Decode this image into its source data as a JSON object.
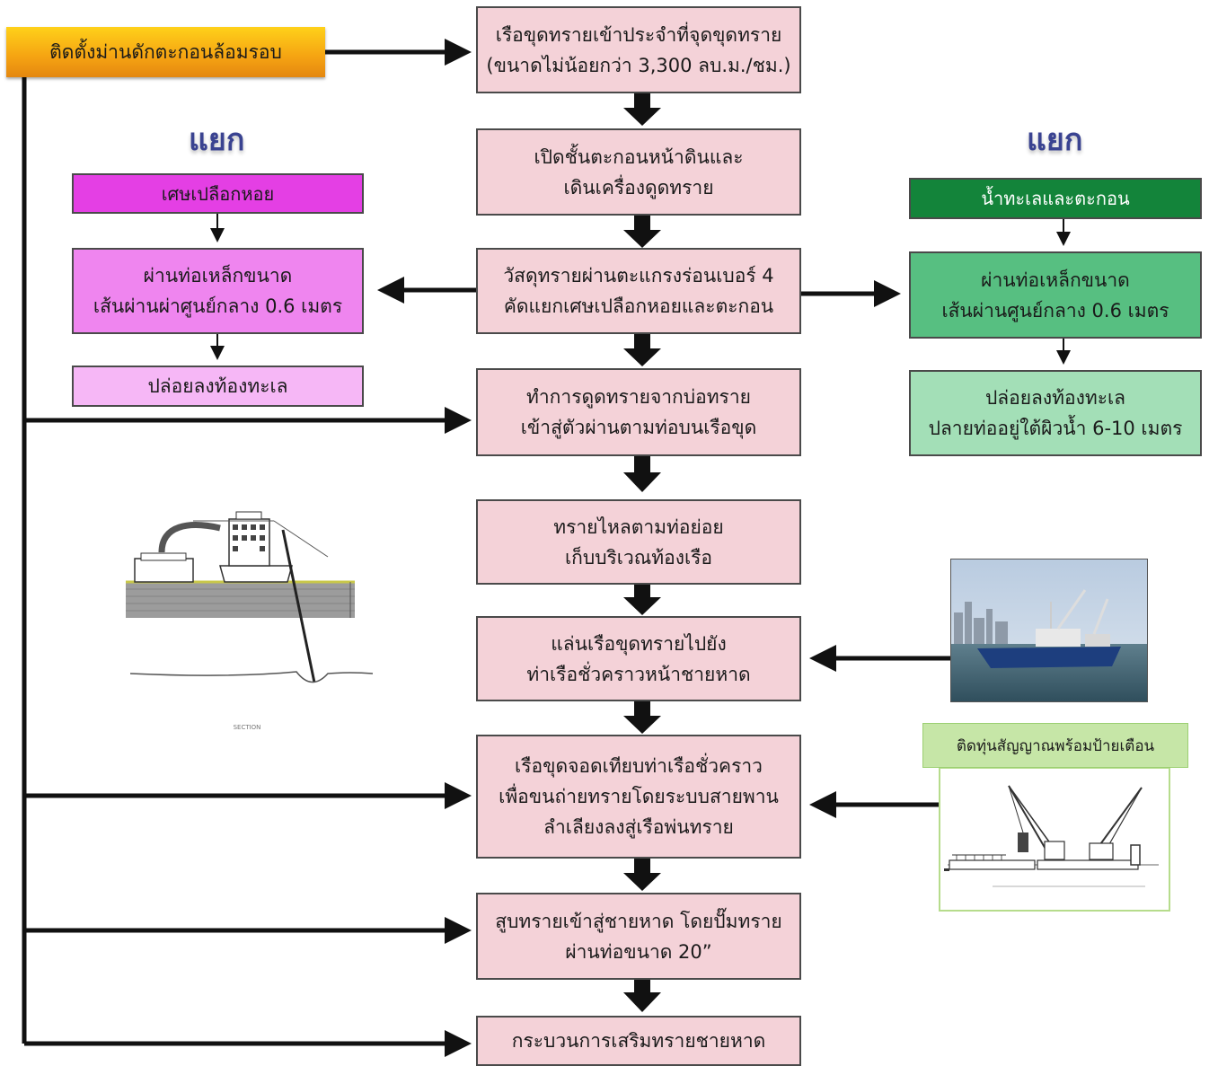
{
  "top_box": "ติดตั้งม่านดักตะกอนล้อมรอบ",
  "separate_left": "แยก",
  "separate_right": "แยก",
  "main_flow": [
    [
      "เรือขุดทรายเข้าประจำที่จุดขุดทราย",
      "(ขนาดไม่น้อยกว่า 3,300 ลบ.ม./ชม.)"
    ],
    [
      "เปิดชั้นตะกอนหน้าดินและ",
      "เดินเครื่องดูดทราย"
    ],
    [
      "วัสดุทรายผ่านตะแกรงร่อนเบอร์ 4",
      "คัดแยกเศษเปลือกหอยและตะกอน"
    ],
    [
      "ทำการดูดทรายจากบ่อทราย",
      "เข้าสู่ตัวผ่านตามท่อบนเรือขุด"
    ],
    [
      "ทรายไหลตามท่อย่อย",
      "เก็บบริเวณท้องเรือ"
    ],
    [
      "แล่นเรือขุดทรายไปยัง",
      "ท่าเรือชั่วคราวหน้าชายหาด"
    ],
    [
      "เรือขุดจอดเทียบท่าเรือชั่วคราว",
      "เพื่อขนถ่ายทรายโดยระบบสายพาน",
      "ลำเลียงลงสู่เรือพ่นทราย"
    ],
    [
      "สูบทรายเข้าสู่ชายหาด โดยปั๊มทราย",
      "ผ่านท่อขนาด 20”"
    ],
    [
      "กระบวนการเสริมทรายชายหาด"
    ]
  ],
  "left_branch": {
    "header": "เศษเปลือกหอย",
    "pipe": [
      "ผ่านท่อเหล็กขนาด",
      "เส้นผ่านผ่าศูนย์กลาง 0.6 เมตร"
    ],
    "release": "ปล่อยลงท้องทะเล"
  },
  "right_branch": {
    "header": "น้ำทะเลและตะกอน",
    "pipe": [
      "ผ่านท่อเหล็กขนาด",
      "เส้นผ่านศูนย์กลาง 0.6 เมตร"
    ],
    "release": [
      "ปล่อยลงท้องทะเล",
      "ปลายท่ออยู่ใต้ผิวน้ำ 6-10 เมตร"
    ]
  },
  "buoy_caption": "ติดทุ่นสัญญาณพร้อมป้ายเตือน",
  "dredger_section_label": "SECTION",
  "colors": {
    "main_box": "#f4d2d8",
    "top_box": "#f5a312",
    "left_header": "#e43fe4",
    "right_header": "#13843a",
    "separate_label": "#3a4391"
  }
}
